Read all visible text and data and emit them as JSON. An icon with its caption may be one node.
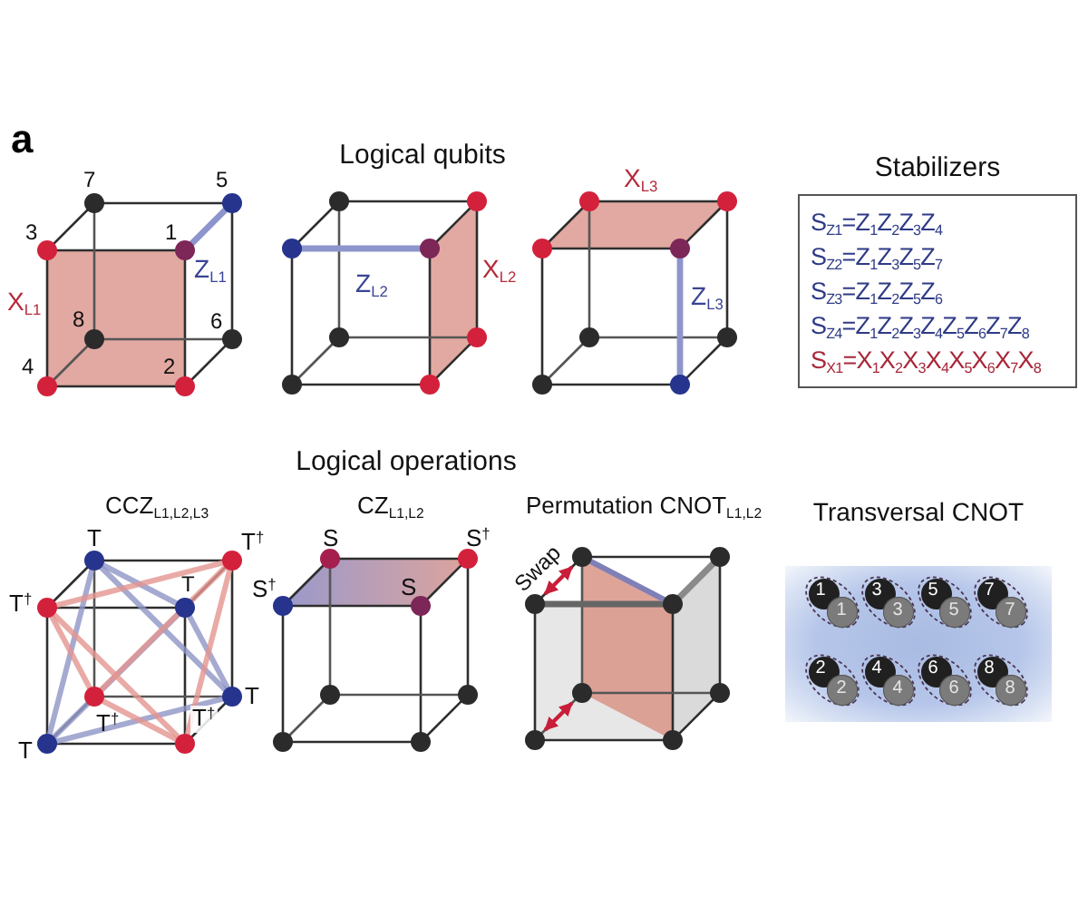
{
  "diagram": {
    "nodes": [
      {
        "text": [
          "Stabilizers",
          "S$_{Z1}$=Z$_{1}$Z$_{2}$Z$_{3}$Z$_{4}$",
          "S$_{Z2}$=Z$_{1}$Z$_{3}$Z$_{5}$Z$_{7}$",
          "S$_{Z3}$=Z$_{1}$Z$_{2}$Z$_{5}$Z$_{6}$",
          "S$_{Z4}$=Z$_{1}$Z$_{2}$Z$_{3}$Z$_{4}$Z$_{5}$Z$_{6}$Z$_{7}$Z$_{8}$",
          "S$_{X1}$=X$_{1}$X$_{2}$X$_{3}$X$_{4}$X$_{5}$X$_{6}$X$_{7}$X$_{8}$"
        ]
      },
      {
        "text": [
          "Transversal CNOT"
        ]
      },
      {
        "text": [
          "1"
        ],
        "in": 1
      },
      {
        "text": [
          "1"
        ],
        "in": 1
      },
      {
        "text": [
          "3"
        ],
        "in": 1
      },
      {
        "text": [
          "3"
        ],
        "in": 1
      },
      {
        "text": [
          "5"
        ],
        "in": 1
      },
      {
        "text": [
          "5"
        ],
        "in": 1
      },
      {
        "text": [
          "7"
        ],
        "in": 1
      },
      {
        "text": [
          "7"
        ],
        "in": 1
      },
      {
        "text": [
          "2"
        ],
        "in": 1
      },
      {
        "text": [
          "2"
        ],
        "in": 1
      },
      {
        "text": [
          "4"
        ],
        "in": 1
      },
      {
        "text": [
          "4"
        ],
        "in": 1
      },
      {
        "text": [
          "6"
        ],
        "in": 1
      },
      {
        "text": [
          "6"
        ],
        "in": 1
      },
      {
        "text": [
          "8"
        ],
        "in": 1
      },
      {
        "text": [
          "8"
        ],
        "in": 1
      }
    ],
    "labels": [
      "a",
      "Logical qubits",
      "7",
      "5",
      "3",
      "1",
      "Z$_{L1}$",
      "X$_{L1}$",
      "8",
      "6",
      "4",
      "2",
      "Z$_{L2}$",
      "X$_{L2}$",
      "X$_{L3}$",
      "Z$_{L3}$",
      "Logical operations",
      "CCZ$_{L1,L2,L3}$",
      "T",
      "T$^{†}$",
      "T",
      "T$^{†}$",
      "T",
      "T$^{†}$",
      "T$^{†}$",
      "T",
      "CZ$_{L1,L2}$",
      "S",
      "S$^{†}$",
      "S$^{†}$",
      "S",
      "Permutation CNOT$_{L1,L2}$",
      "Swap"
    ]
  }
}
